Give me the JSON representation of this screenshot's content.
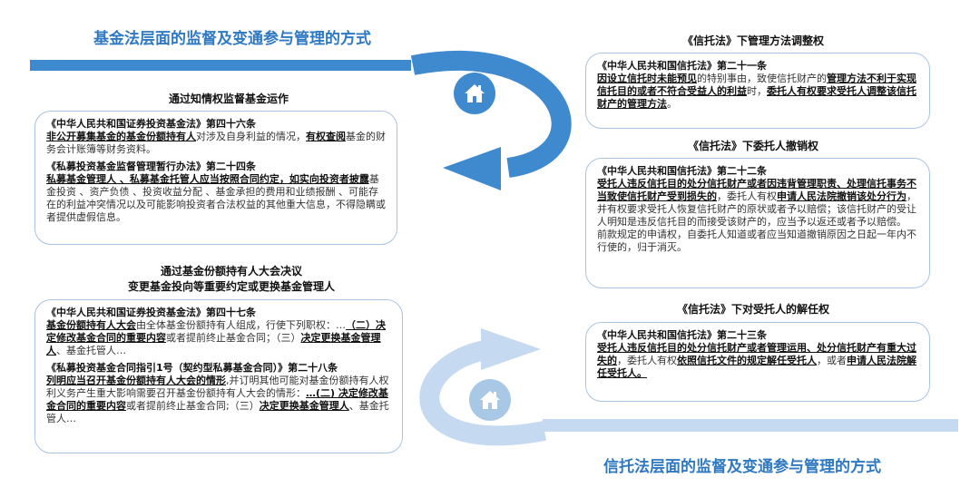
{
  "colors": {
    "accent": "#3f89cf",
    "accent_light": "#a9c8e6",
    "title": "#2f79c2",
    "box_border": "#a9c4e2"
  },
  "icons": {
    "top": "home-icon",
    "bottom": "home-icon"
  },
  "left": {
    "title": "基金法层面的监督及变通参与管理的方式",
    "section1": {
      "heading": "通过知情权监督基金运作",
      "p1": {
        "law": "《中华人民共和国证券投资基金法》第四十六条",
        "s1": "非公开募集基金的基金份额持有人",
        "s2": "对涉及自身利益的情况，",
        "s3": "有权查阅",
        "s4": "基金的财务会计账簿等财务资料。"
      },
      "p2": {
        "law": "《私募投资基金监督管理暂行办法》第二十四条",
        "s1": "私募基金管理人 、私募基金托管人应当按照合同约定",
        "s2": "，如实向投资者披露",
        "s3": "基金投资 、资产负债 、投资收益分配 、基金承担的费用和业绩报酬 、可能存在的利益冲突情况以及可能影响投资者合法权益的其他重大信息，不得隐瞒或者提供虚假信息。"
      }
    },
    "section2": {
      "heading1": "通过基金份额持有人大会决议",
      "heading2": "变更基金投向等重要约定或更换基金管理人",
      "p1": {
        "law": "《中华人民共和国证券投资基金法》第四十七条",
        "s1": "基金份额持有人大会",
        "s2": "由全体基金份额持有人组成，行使下列职权：…",
        "s3": "（二）决定修改基金合同的重要内容",
        "s4": "或者提前终止基金合同；（三）",
        "s5": "决定更换基金管理人",
        "s6": "、基金托管人…"
      },
      "p2": {
        "law": "《私募投资基金合同指引1号（契约型私募基金合同）》第二十八条",
        "s1": "列明应当召开基金份额持有人大会的情形",
        "s2": ",并订明其他可能对基金份额持有人权利义务产生重大影响需要召开基金份额持有人大会的情形：",
        "s3": "…(二) 决定修改基金合同的重要内容",
        "s4": "或者提前终止基金合同;（三）",
        "s5": "决定更换基金管理人",
        "s6": "、基金托管人…"
      }
    }
  },
  "right": {
    "title": "信托法层面的监督及变通参与管理的方式",
    "section1": {
      "heading": "《信托法》下管理方法调整权",
      "law": "《中华人民共和国信托法》第二十一条",
      "s1": "因设立信托时未能预见",
      "s2": "的特别事由，致使信托财产的",
      "s3": "管理方法不利于实现信托目的或者不符合受益人的利益",
      "s4": "时，",
      "s5": "委托人有权要求受托人调整该信托财产的管理方法",
      "s6": "。"
    },
    "section2": {
      "heading": "《信托法》下委托人撤销权",
      "law": "《中华人民共和国信托法》第二十二条",
      "s1": "受托人违反信托目的处分信托财产或者因违背管理职责、处理信托事务不当致使信托财产受到损失的",
      "s2": "，委托人有权",
      "s3": "申请人民法院撤销该处分行为",
      "s4": "，并有权要求受托人恢复信托财产的原状或者予以赔偿；该信托财产的受让人明知是违反信托目的而接受该财产的，应当予以返还或者予以赔偿。",
      "p2": "前款规定的申请权，自委托人知道或者应当知道撤销原因之日起一年内不行使的，归于消灭。"
    },
    "section3": {
      "heading": "《信托法》下对受托人的解任权",
      "law": "《中华人民共和国信托法》第二十三条",
      "s1": "受托人违反信托目的处分信托财产或者管理运用、处分信托财产有重大过失的",
      "s2": "，委托人有权",
      "s3": "依照信托文件的规定解任受托人",
      "s4": "，或者",
      "s5": "申请人民法院解任受托人。"
    }
  }
}
